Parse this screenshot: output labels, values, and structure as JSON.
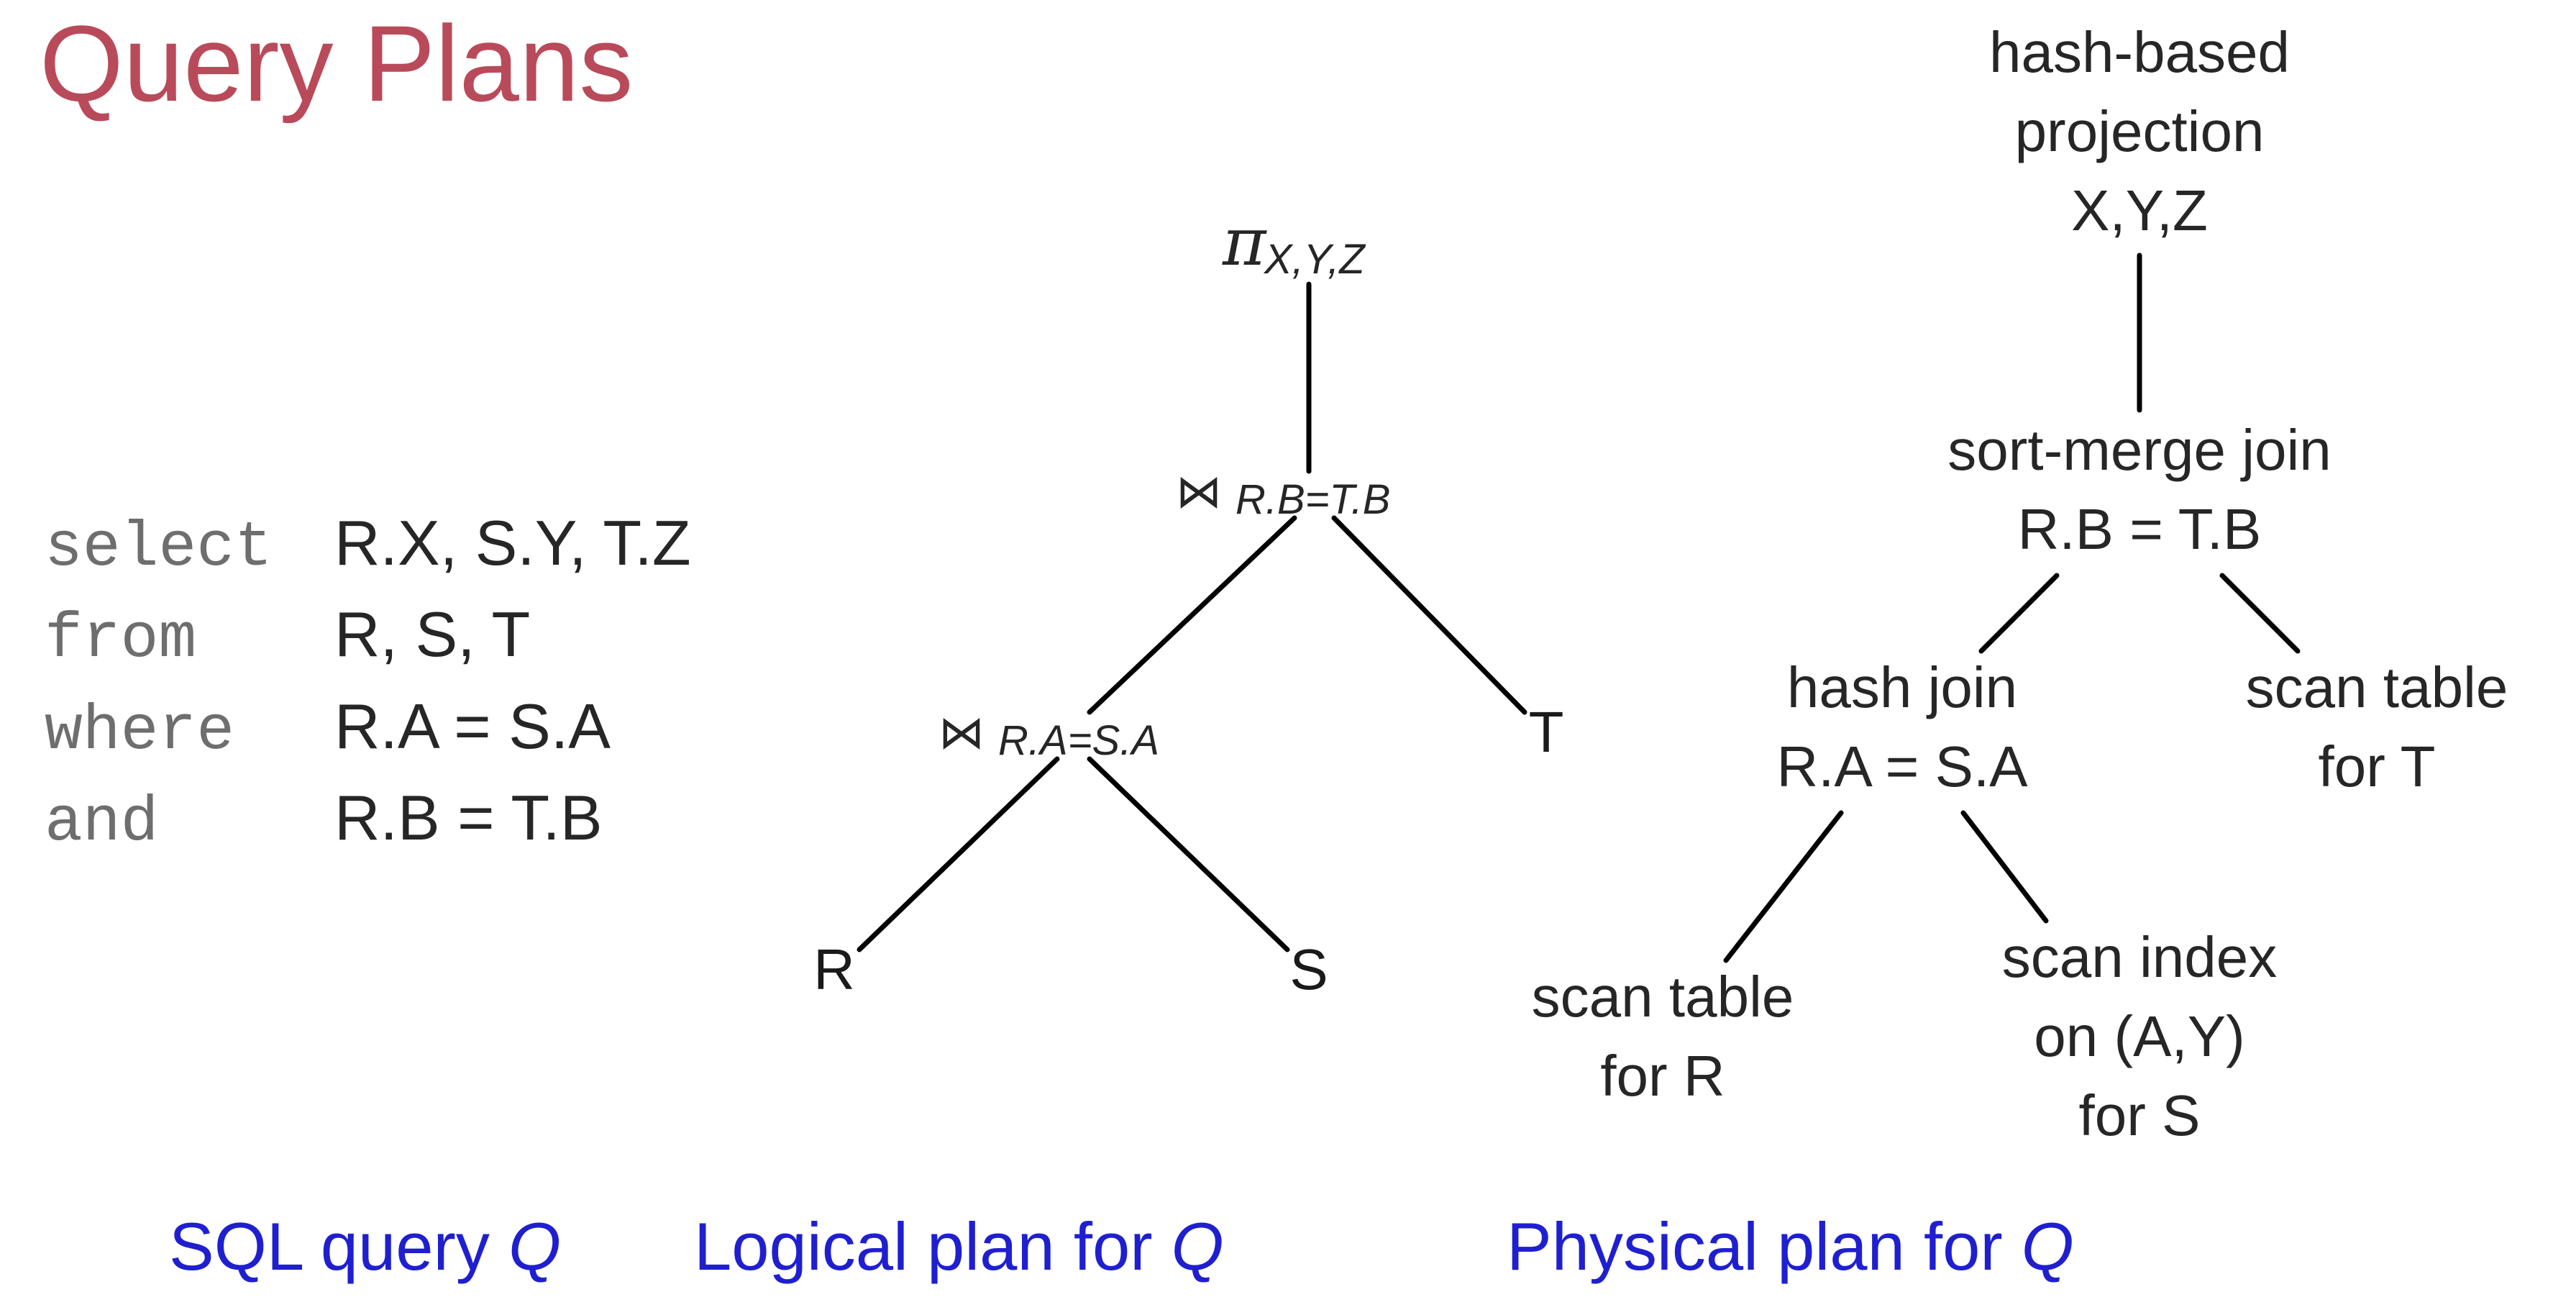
{
  "title": "Query Plans",
  "sql": {
    "keywords": [
      "select",
      "from",
      "where",
      "and"
    ],
    "clauses": [
      "R.X, S.Y, T.Z",
      "R, S, T",
      "R.A = S.A",
      "R.B = T.B"
    ]
  },
  "logical_plan": {
    "projection": {
      "symbol": "π",
      "attrs": "X,Y,Z"
    },
    "join_top": {
      "symbol": "⋈",
      "condition": "R.B=T.B"
    },
    "join_bottom": {
      "symbol": "⋈",
      "condition": "R.A=S.A"
    },
    "leaves": {
      "r": "R",
      "s": "S",
      "t": "T"
    }
  },
  "physical_plan": {
    "projection": [
      "hash-based",
      "projection",
      "X,Y,Z"
    ],
    "sort_merge_join": [
      "sort-merge join",
      "R.B = T.B"
    ],
    "hash_join": [
      "hash join",
      "R.A = S.A"
    ],
    "scan_t": [
      "scan table",
      "for T"
    ],
    "scan_r": [
      "scan table",
      "for R"
    ],
    "scan_s": [
      "scan index",
      "on (A,Y)",
      "for S"
    ]
  },
  "captions": {
    "sql": {
      "text": "SQL query ",
      "var": "Q"
    },
    "logical": {
      "text": "Logical plan for ",
      "var": "Q"
    },
    "physical": {
      "text": "Physical plan for ",
      "var": "Q"
    }
  }
}
